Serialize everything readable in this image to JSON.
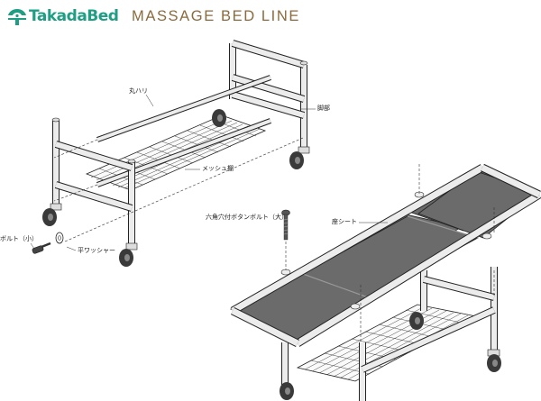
{
  "brand": {
    "name": "TakadaBed",
    "line_title": "MASSAGE BED LINE",
    "logo_color": "#1f9e84",
    "title_color": "#8a6b3f"
  },
  "labels": {
    "round_rod": "丸ハリ",
    "leg": "脚部",
    "mesh_shelf": "メッシュ棚",
    "bolt_small": "ボルト（小）",
    "flat_washer": "平ワッシャー",
    "hex_bolt_large": "六角穴付ボタンボルト（大）",
    "seat_sheet": "座シート"
  },
  "colors": {
    "frame": "#ececec",
    "stroke": "#222222",
    "sheet": "#6b6b6b",
    "caster": "#3a3a3a"
  }
}
